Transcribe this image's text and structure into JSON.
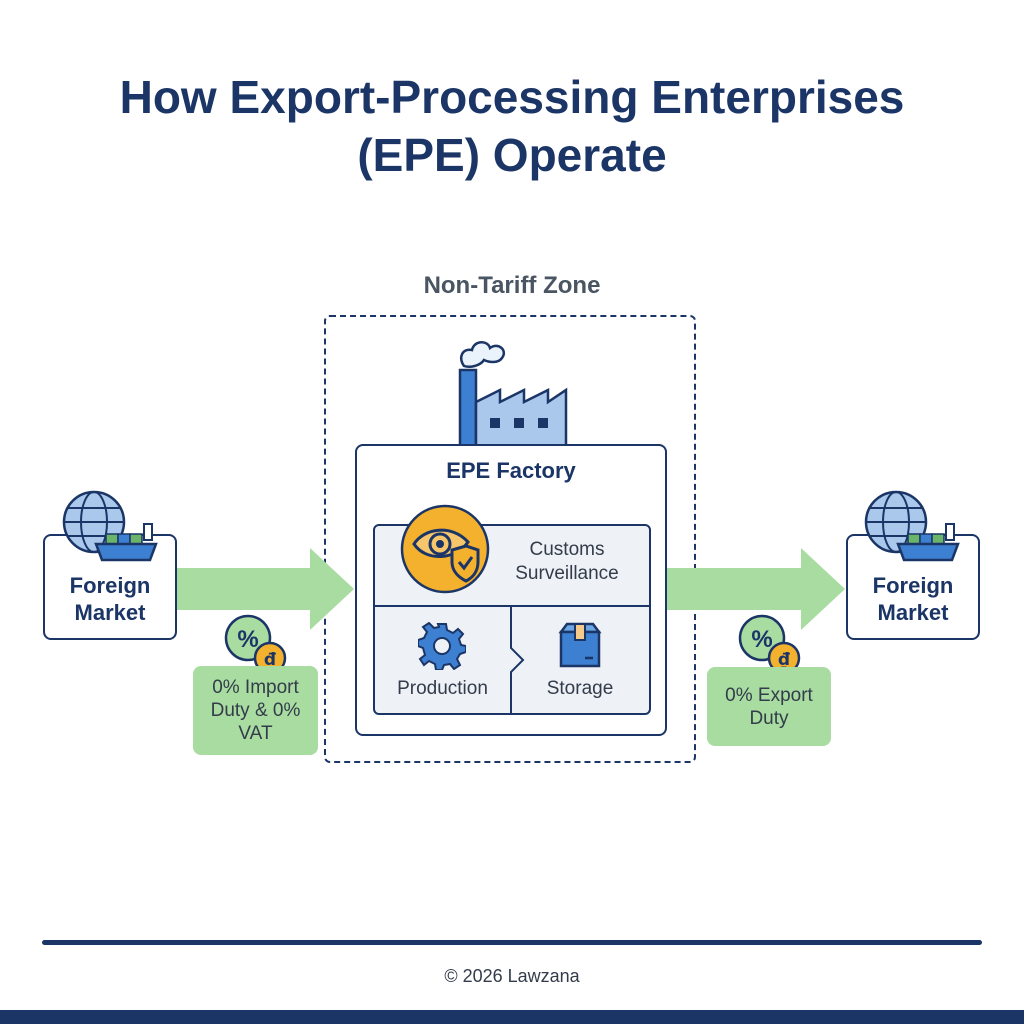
{
  "header": {
    "title_line1": "How Export-Processing Enterprises",
    "title_line2": "(EPE) Operate"
  },
  "zone": {
    "label": "Non-Tariff Zone"
  },
  "factory": {
    "title": "EPE Factory",
    "customs_line1": "Customs",
    "customs_line2": "Surveillance",
    "production_label": "Production",
    "storage_label": "Storage"
  },
  "left": {
    "market_line1": "Foreign",
    "market_line2": "Market",
    "duty_line1": "0% Import",
    "duty_line2": "Duty & 0%",
    "duty_line3": "VAT"
  },
  "right": {
    "market_line1": "Foreign",
    "market_line2": "Market",
    "duty_line1": "0% Export",
    "duty_line2": "Duty"
  },
  "footer": {
    "copyright": "© 2026 Lawzana"
  },
  "icons": {
    "factory": "factory-icon",
    "customs": "eye-shield-icon",
    "production": "gear-icon",
    "storage": "box-icon",
    "market": "globe-ship-icon",
    "duty": "percent-dong-coin-icon"
  },
  "colors": {
    "navy": "#1b3566",
    "arrow_green": "#a9dca1",
    "icon_blue": "#3d7fd1",
    "customs_orange": "#f4b12e"
  }
}
